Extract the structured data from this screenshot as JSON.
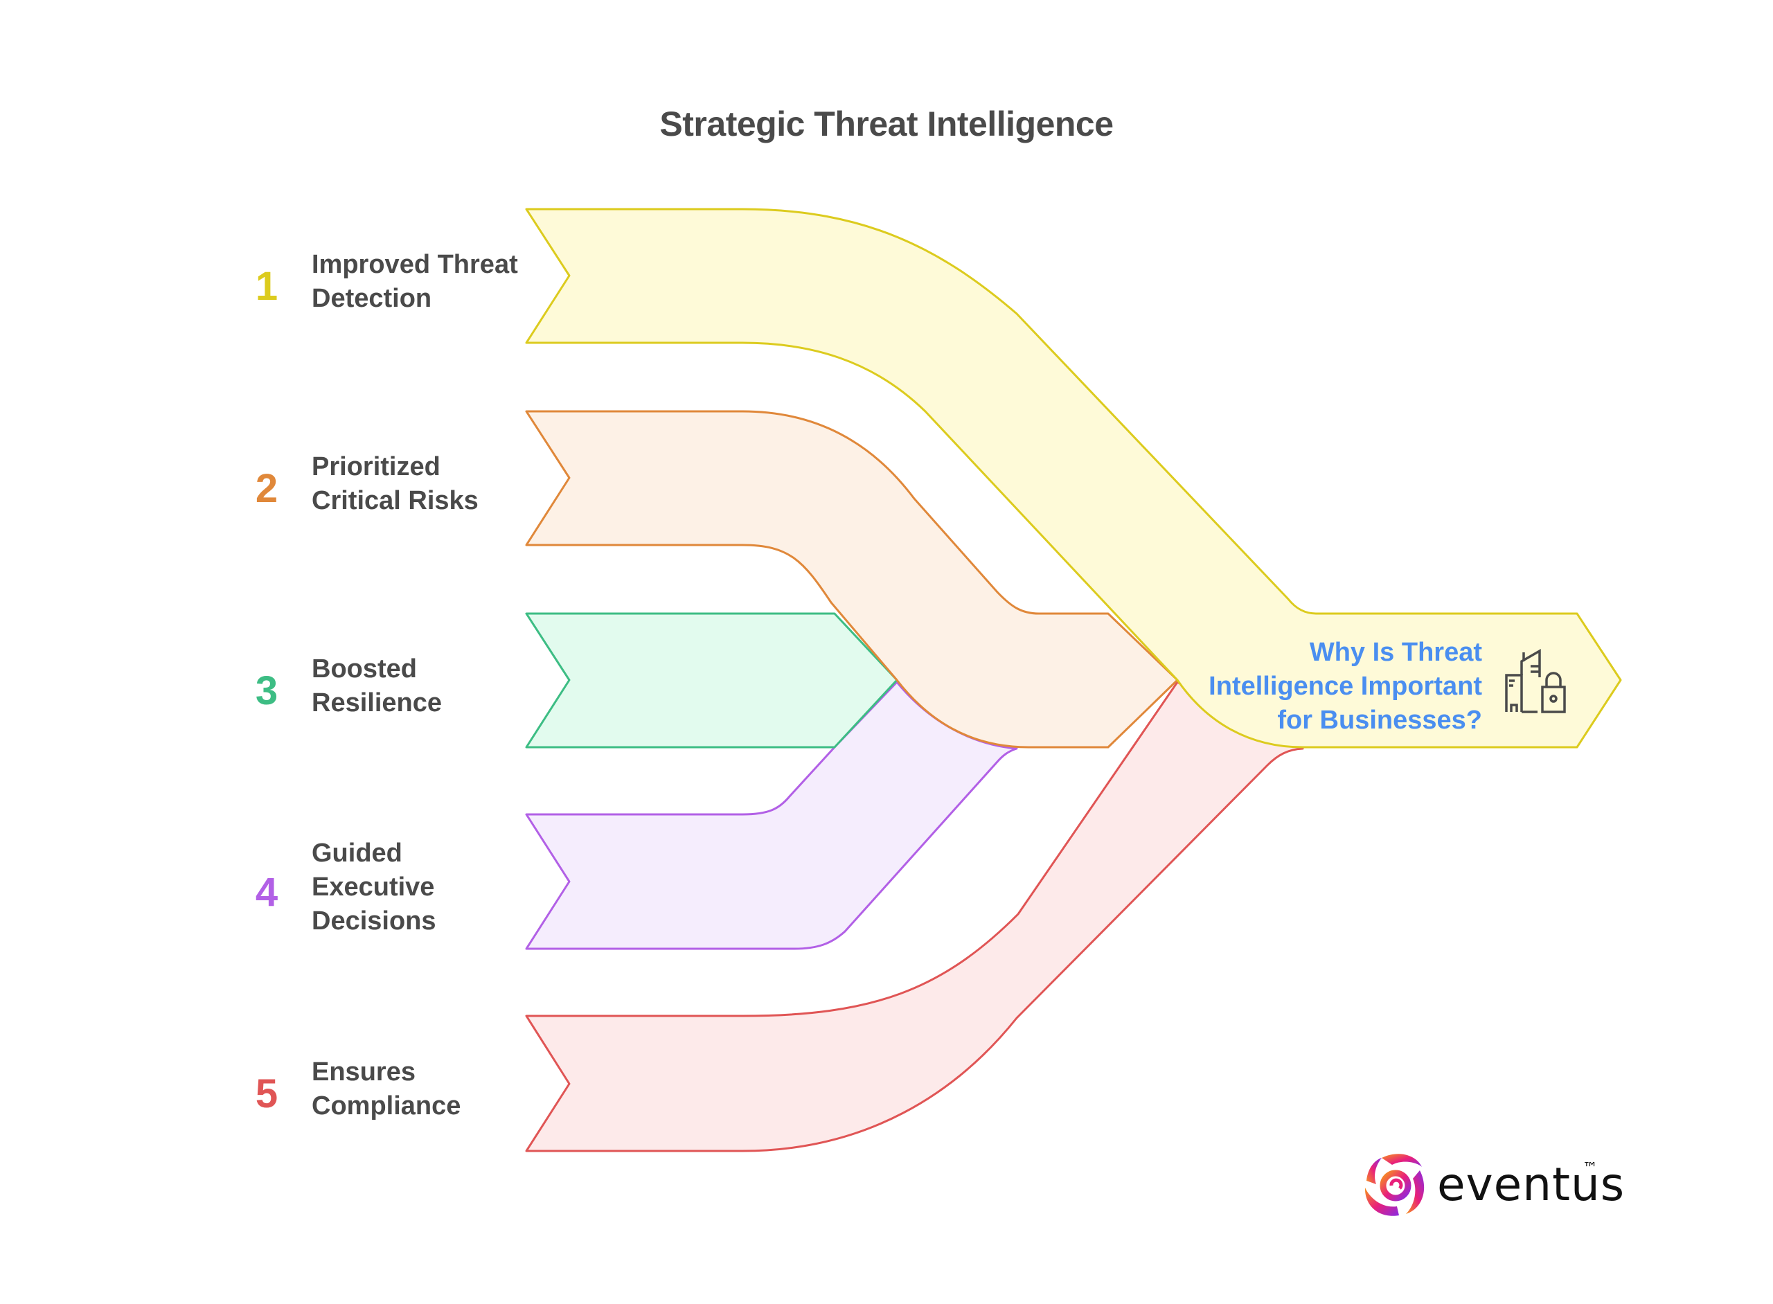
{
  "title": "Strategic Threat Intelligence",
  "center": {
    "lines": [
      "Why Is Threat",
      "Intelligence Important",
      "for Businesses?"
    ],
    "icon": "building-lock-icon",
    "color": "#4a8ef0"
  },
  "items": [
    {
      "number": "1",
      "lines": [
        "Improved Threat",
        "Detection"
      ],
      "stroke": "#dccb1e",
      "fill": "#fefad8"
    },
    {
      "number": "2",
      "lines": [
        "Prioritized",
        "Critical Risks"
      ],
      "stroke": "#e0883a",
      "fill": "#fdf1e6"
    },
    {
      "number": "3",
      "lines": [
        "Boosted",
        "Resilience"
      ],
      "stroke": "#3dbd84",
      "fill": "#e2fbee"
    },
    {
      "number": "4",
      "lines": [
        "Guided",
        "Executive",
        "Decisions"
      ],
      "stroke": "#b260e6",
      "fill": "#f5edfd"
    },
    {
      "number": "5",
      "lines": [
        "Ensures",
        "Compliance"
      ],
      "stroke": "#e05555",
      "fill": "#fdeaea"
    }
  ],
  "logo": {
    "text": "eventus",
    "tm": "™"
  }
}
